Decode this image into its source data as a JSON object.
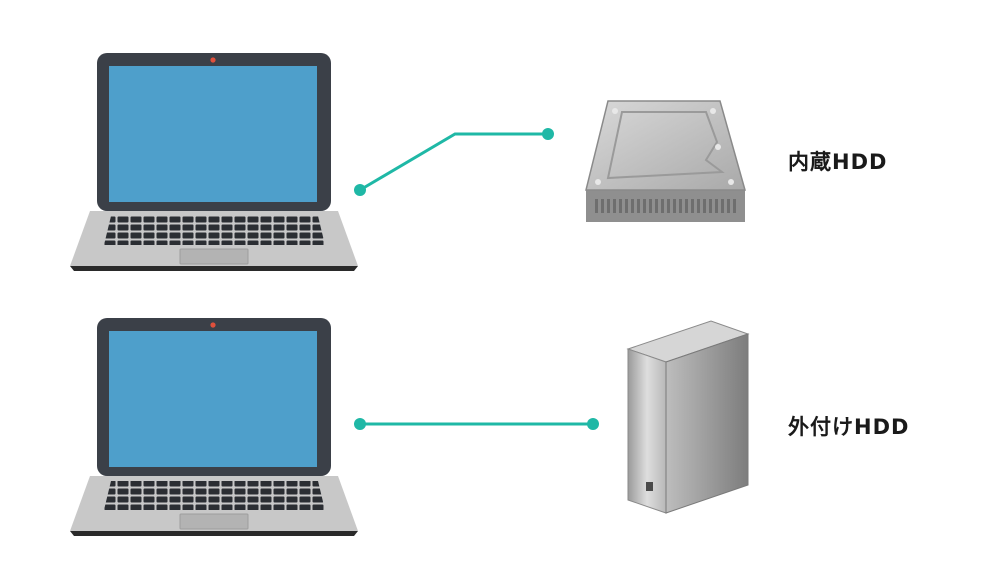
{
  "rows": [
    {
      "device": "laptop",
      "target": "internal-hdd",
      "label": "内蔵HDD"
    },
    {
      "device": "laptop",
      "target": "external-hdd",
      "label": "外付けHDD"
    }
  ],
  "colors": {
    "connector": "#1fb8a6",
    "laptop_bezel": "#3b4048",
    "screen": "#4e9fcb",
    "webcam": "#e0503c",
    "laptop_base": "#c8c8c8",
    "keys": "#2b2e33",
    "hdd_body": "#a8a8a8",
    "tower_front": "#c4c4c4",
    "tower_side": "#8c8c8c"
  }
}
